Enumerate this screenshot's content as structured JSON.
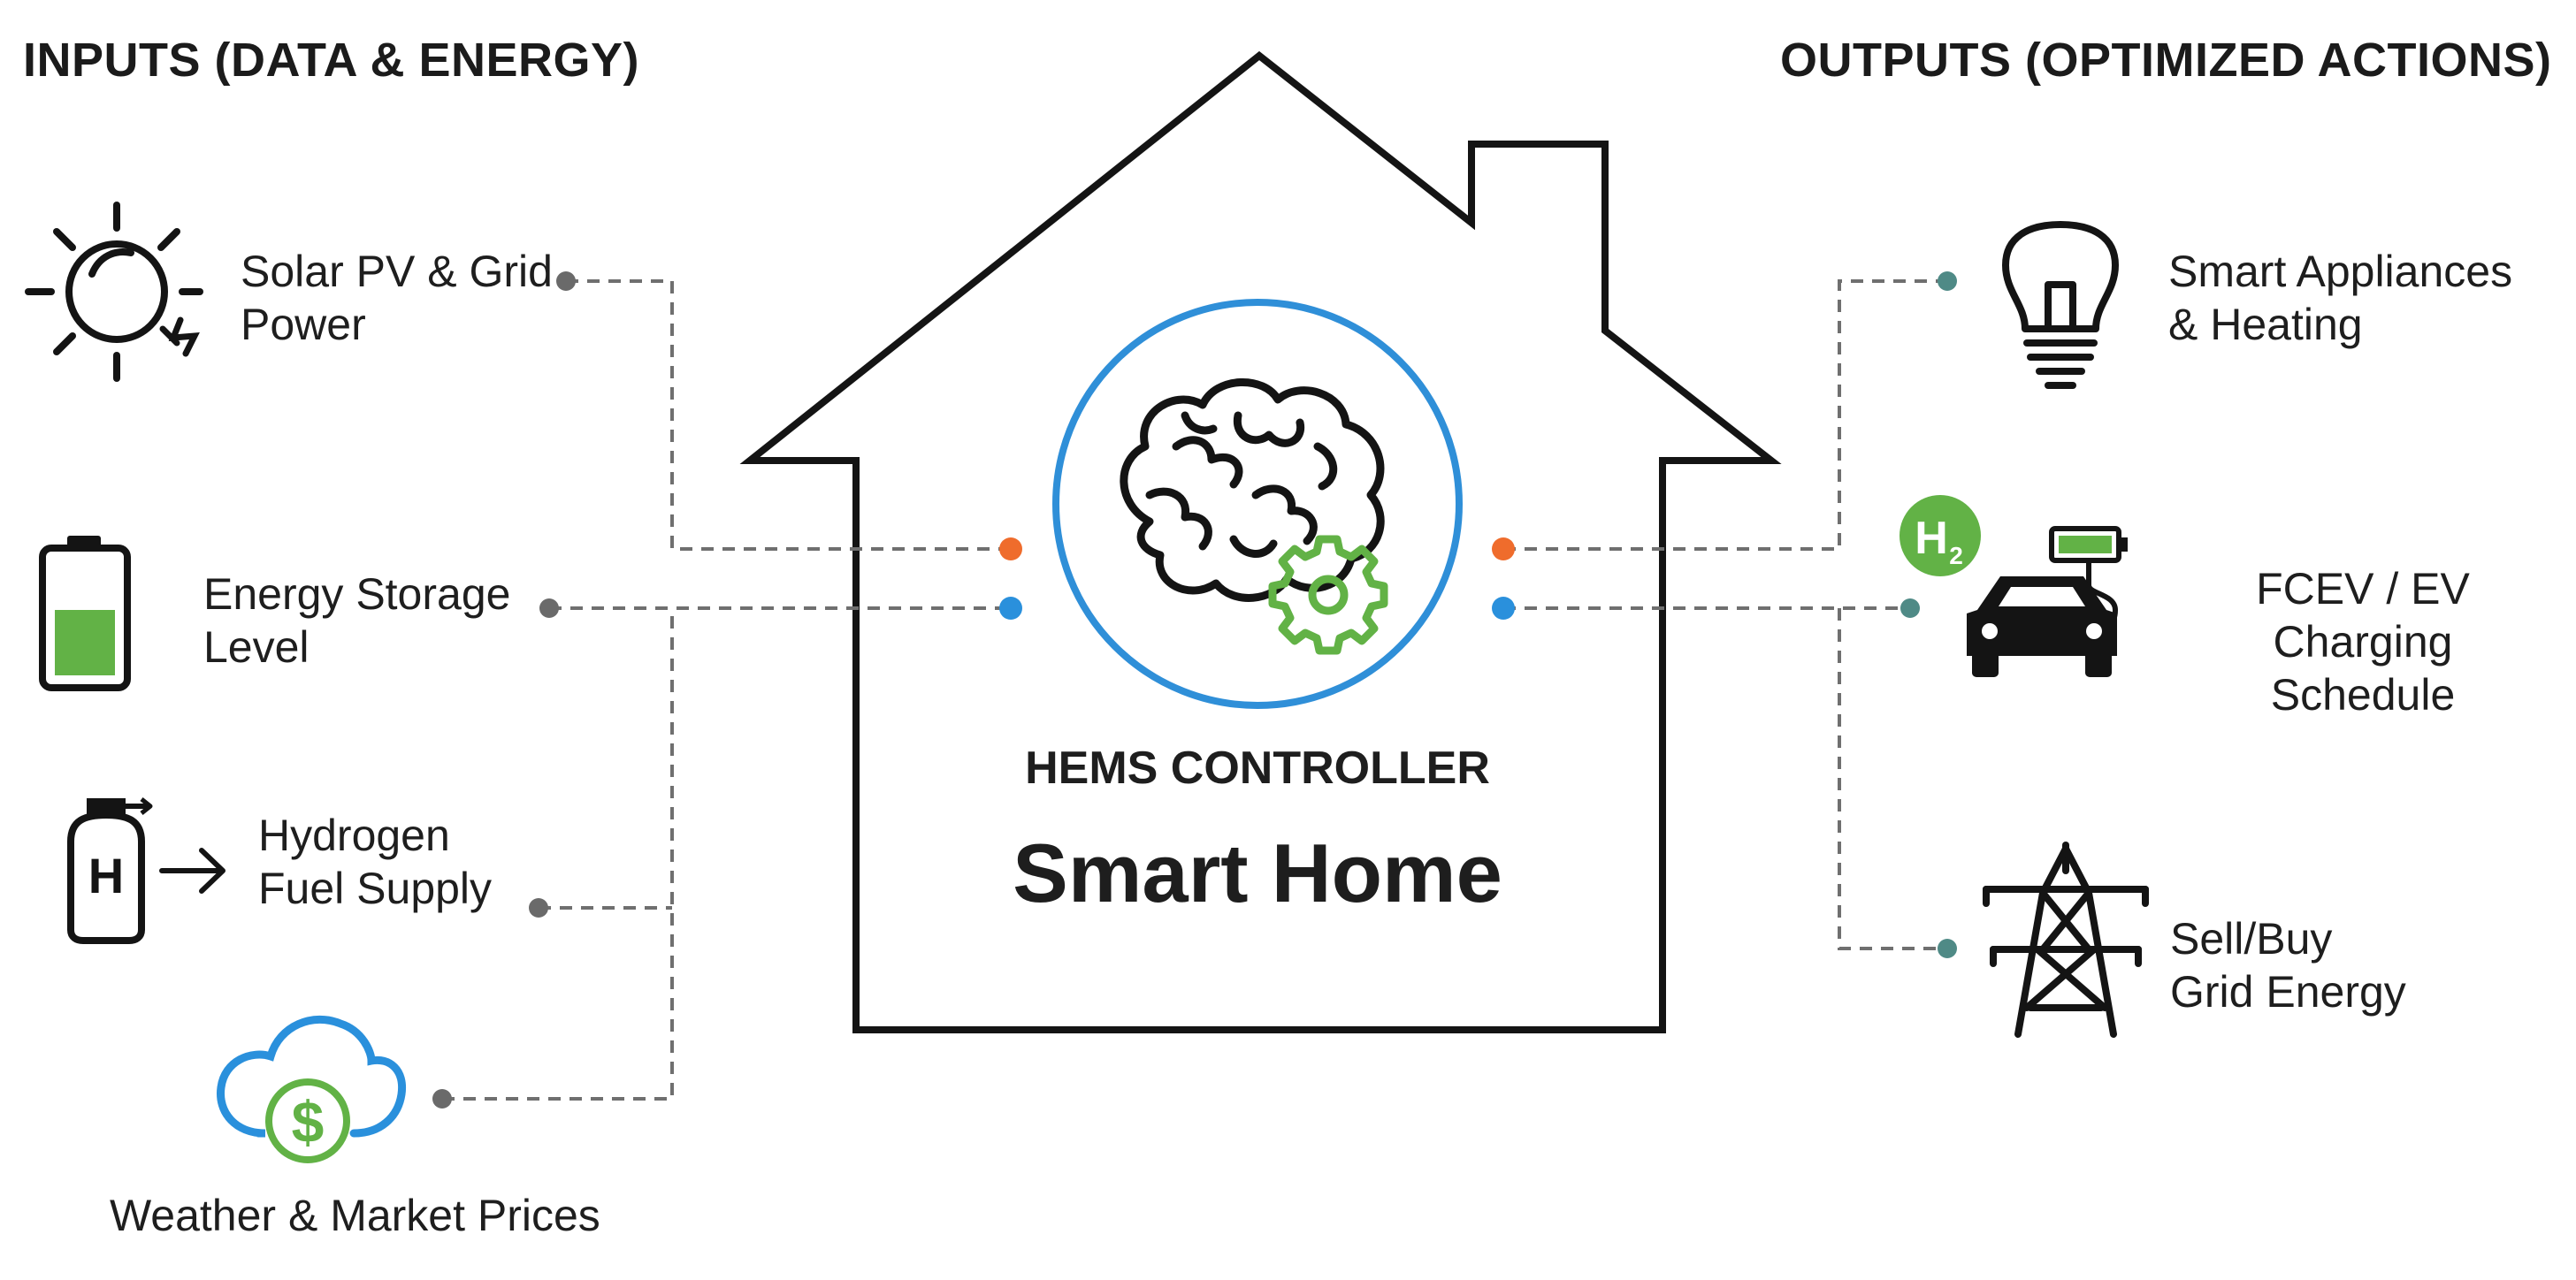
{
  "headings": {
    "inputs": "INPUTS (DATA & ENERGY)",
    "outputs": "OUTPUTS (OPTIMIZED ACTIONS)"
  },
  "inputs": [
    {
      "id": "solar",
      "line1": "Solar PV & Grid",
      "line2": "Power",
      "icon": "sun-icon"
    },
    {
      "id": "storage",
      "line1": "Energy Storage",
      "line2": "Level",
      "icon": "battery-icon"
    },
    {
      "id": "hydrogen",
      "line1": "Hydrogen",
      "line2": "Fuel Supply",
      "icon": "hydrogen-tank-icon"
    },
    {
      "id": "weather",
      "line1": "Weather & Market Prices",
      "icon": "cloud-dollar-icon"
    }
  ],
  "center": {
    "subtitle": "HEMS CONTROLLER",
    "title": "Smart Home",
    "icon": "brain-gear-icon"
  },
  "outputs": [
    {
      "id": "appliances",
      "line1": "Smart Appliances",
      "line2": "& Heating",
      "icon": "lightbulb-icon"
    },
    {
      "id": "charging",
      "line1": "FCEV / EV Charging",
      "line2": "Schedule",
      "icon": "car-charging-icon",
      "badge": "H2"
    },
    {
      "id": "grid",
      "line1": "Sell/Buy",
      "line2": "Grid Energy",
      "icon": "power-tower-icon"
    }
  ],
  "colors": {
    "line": "#6f6f6f",
    "connector_orange": "#ef6c2c",
    "connector_blue": "#2a90dc",
    "node_gray": "#6a6a6a",
    "node_teal": "#4f8a86",
    "ring_blue": "#2f8fd8",
    "accent_green": "#62b246",
    "ink": "#141414"
  }
}
